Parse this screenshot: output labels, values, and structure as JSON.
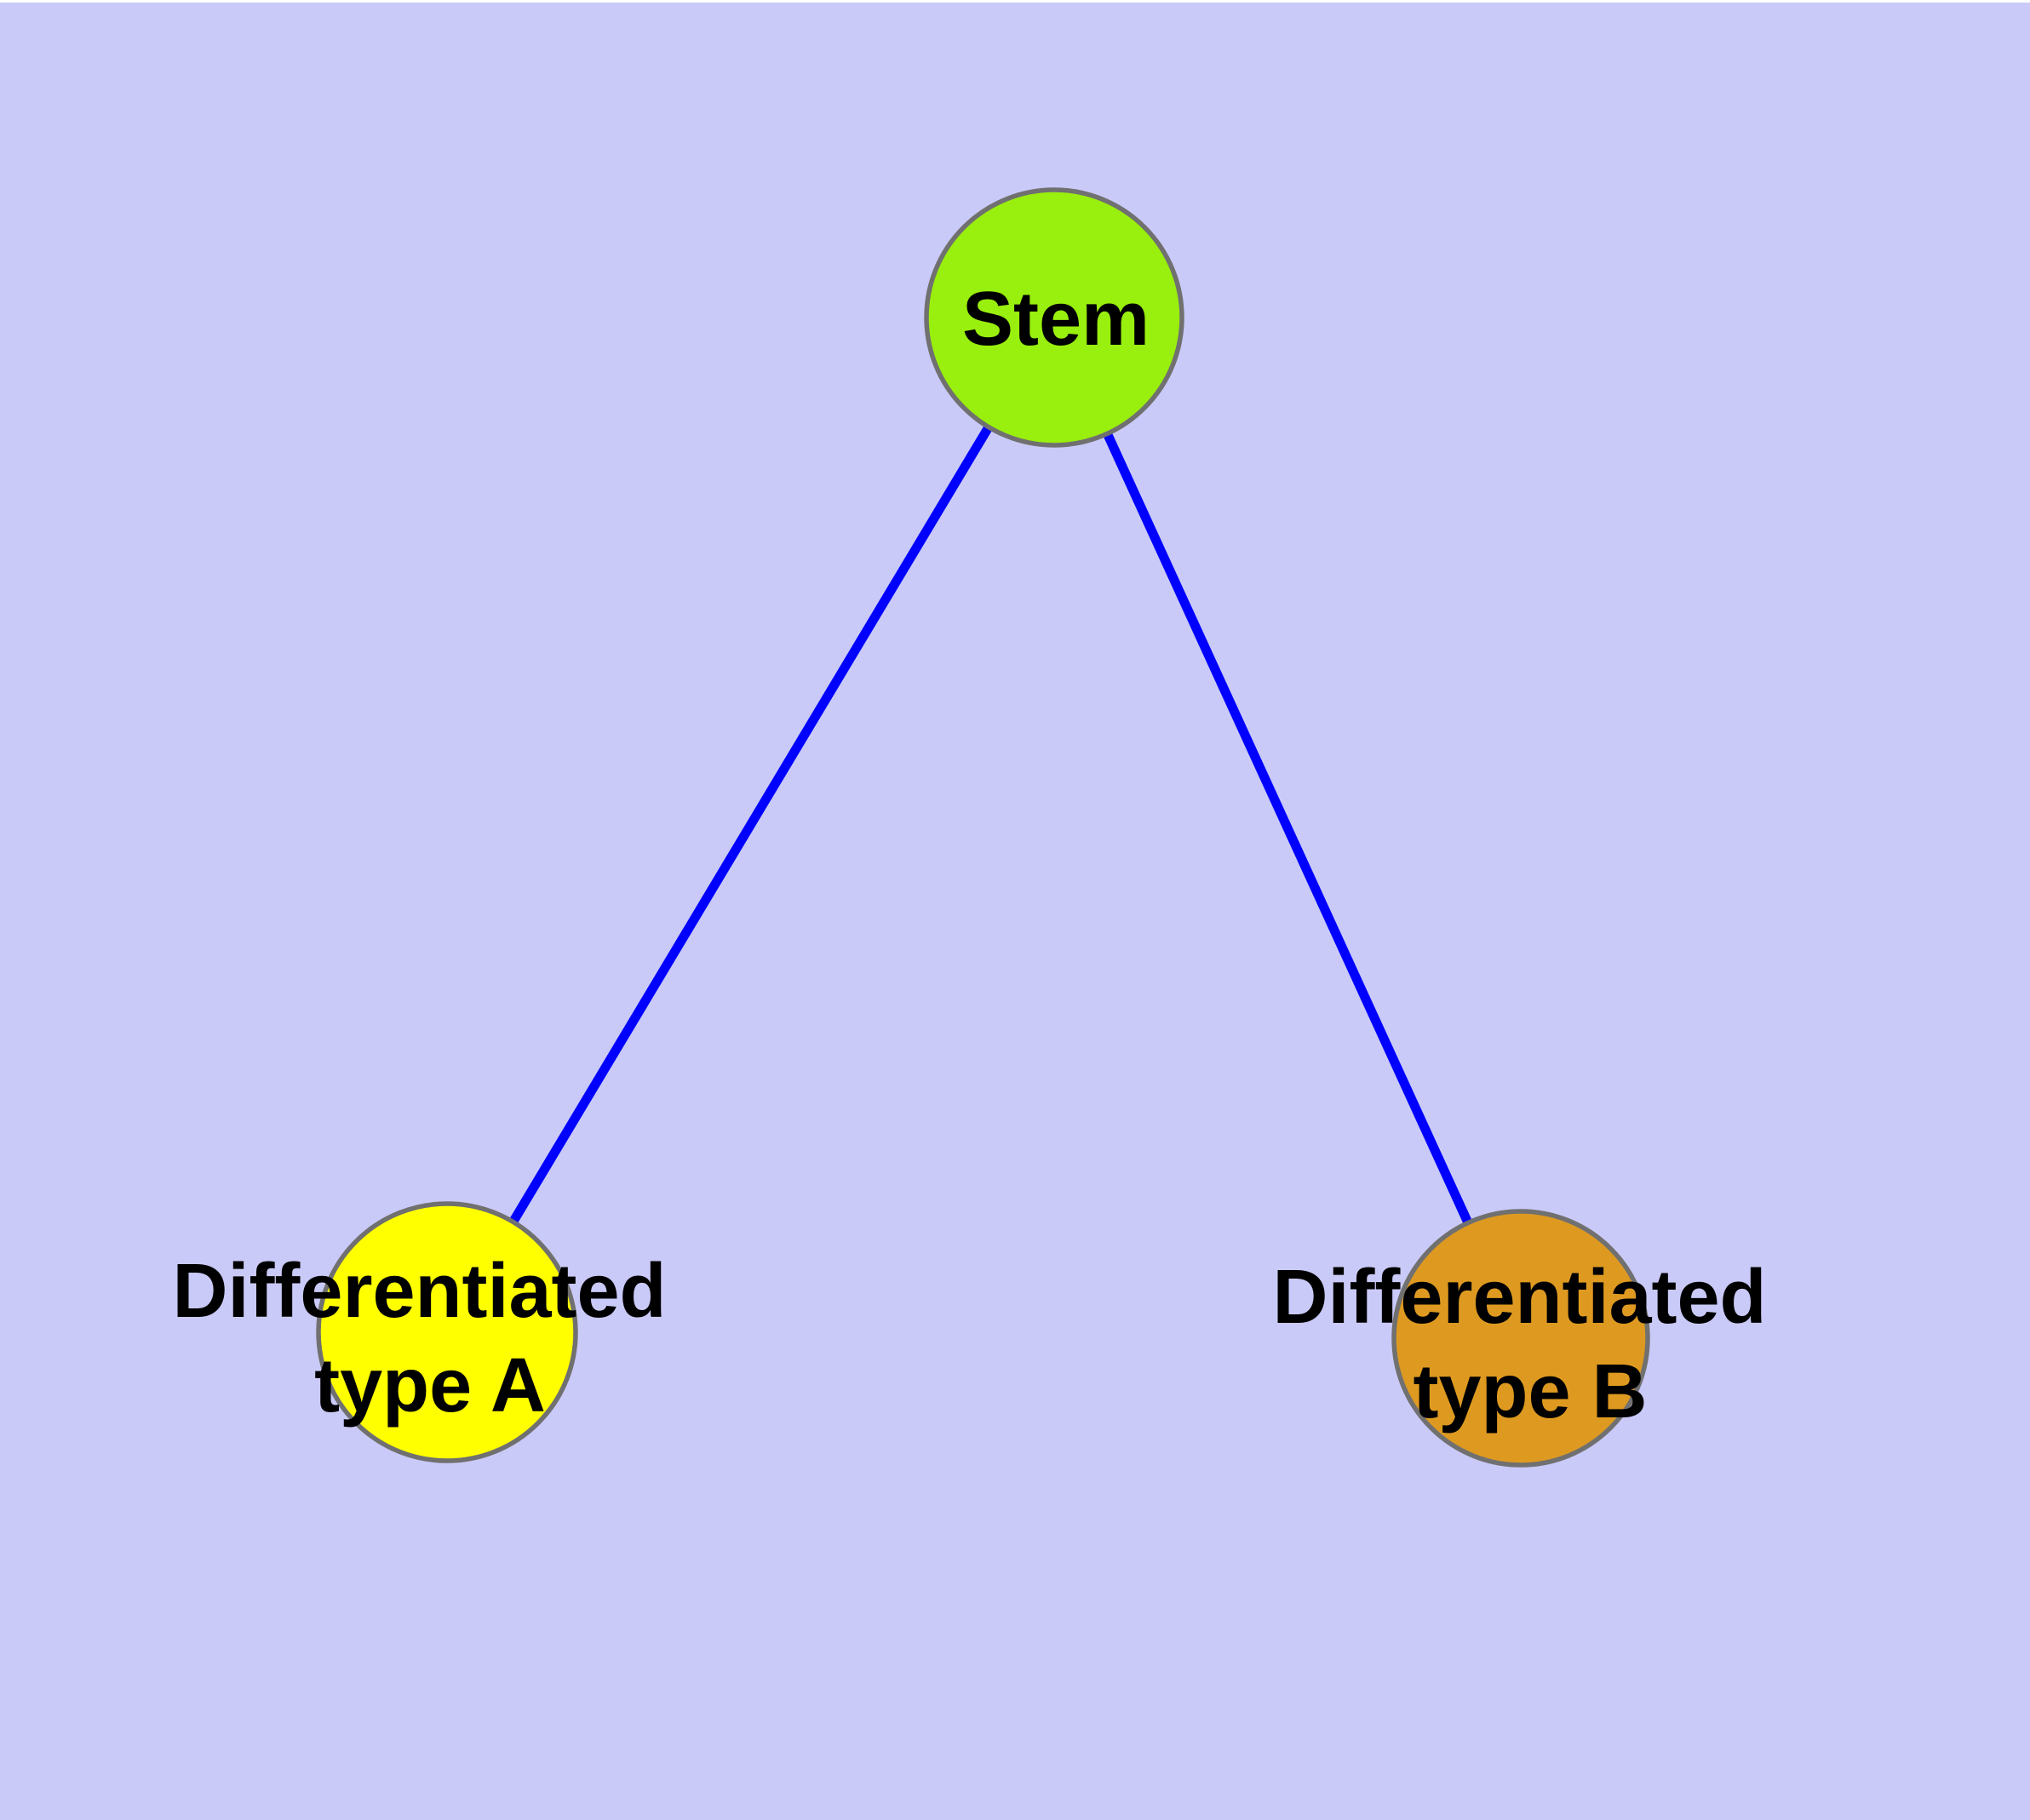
{
  "diagram": {
    "type": "graph",
    "description": "Stem cell differentiation tree: one stem node branching to two differentiated cell types",
    "colors": {
      "background": "#CACAF8",
      "top_strip": "#FFFFFF",
      "edge": "#0000FF",
      "node_border": "#707070",
      "label_text": "#000000"
    },
    "nodes": {
      "stem": {
        "label": "Stem",
        "lines": [
          "Stem"
        ],
        "fill": "#99EF0D"
      },
      "type_a": {
        "label": "Differentiated type A",
        "lines": [
          "Differentiated",
          "type A"
        ],
        "fill": "#FFFF00"
      },
      "type_b": {
        "label": "Differentiated type B",
        "lines": [
          "Differentiated",
          "type B"
        ],
        "fill": "#DE9A20"
      }
    },
    "edges": [
      {
        "from": "Stem",
        "to": "Differentiated type A"
      },
      {
        "from": "Stem",
        "to": "Differentiated type B"
      }
    ]
  }
}
